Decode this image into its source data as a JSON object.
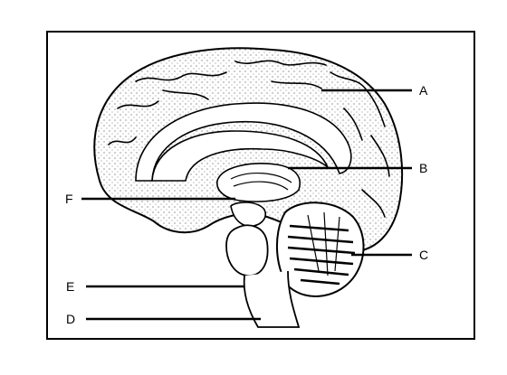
{
  "labels": {
    "a": "A",
    "b": "B",
    "c": "C",
    "d": "D",
    "e": "E",
    "f": "F"
  },
  "colors": {
    "ink": "#000000",
    "stipple": "#555555",
    "background": "#ffffff"
  }
}
